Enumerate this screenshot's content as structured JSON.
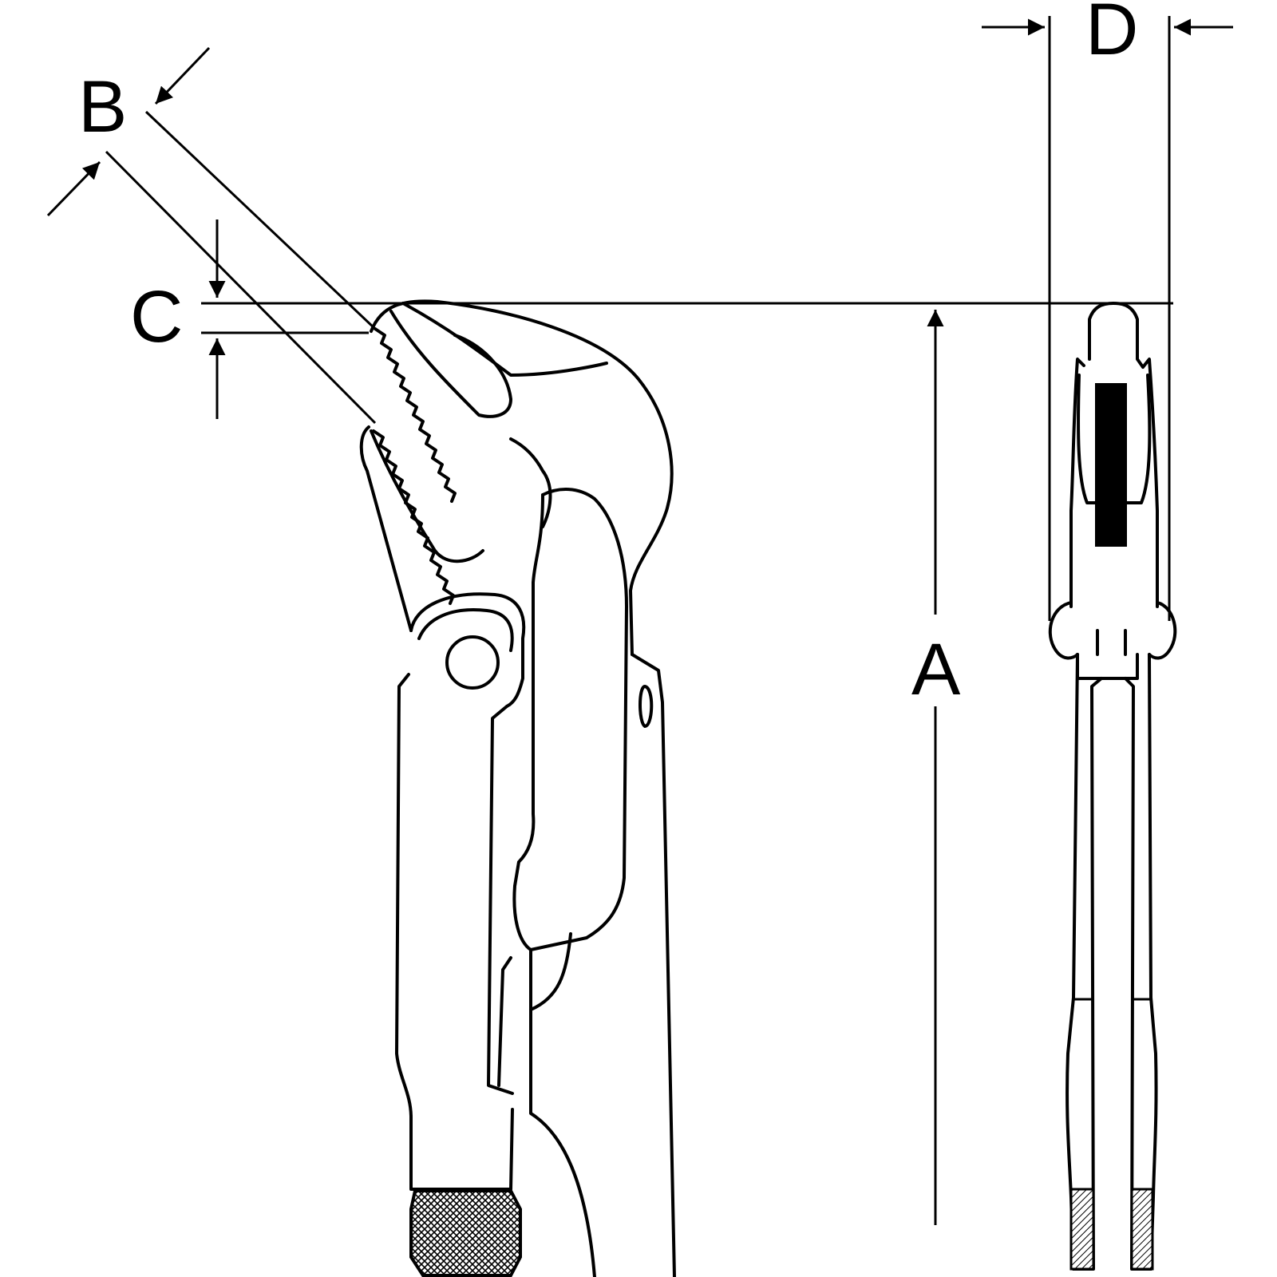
{
  "diagram": {
    "dimension_labels": {
      "a": "A",
      "b": "B",
      "c": "C",
      "d": "D"
    },
    "views": [
      "side-view",
      "front-view"
    ],
    "colors": {
      "ink": "#000000",
      "background": "#ffffff"
    }
  }
}
